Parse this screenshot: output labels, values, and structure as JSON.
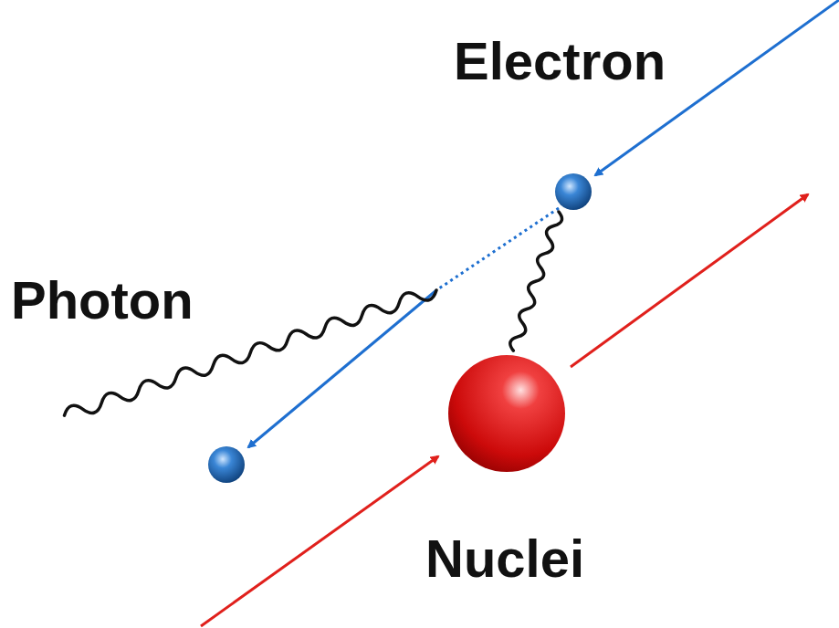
{
  "diagram": {
    "labels": [
      "Electron",
      "Photon",
      "Nuclei"
    ]
  }
}
